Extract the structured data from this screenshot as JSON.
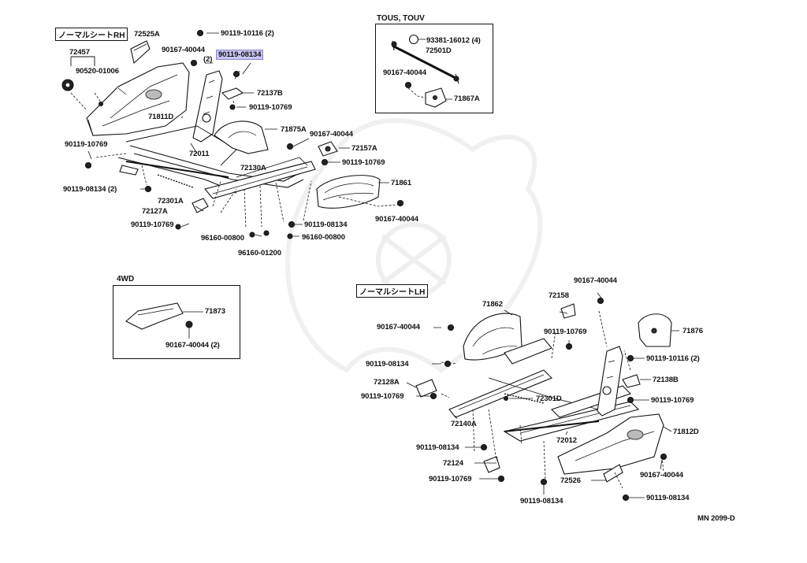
{
  "diagram": {
    "sections": {
      "rh_header": "ノーマルシートRH",
      "lh_header": "ノーマルシートLH",
      "tous_header": "TOUS, TOUV",
      "fourwd_header": "4WD"
    },
    "code": "MN  2099-D",
    "labels": {
      "l_72525A": "72525A",
      "l_90119_10116_top": "90119-10116 (2)",
      "l_72457": "72457",
      "l_90167_40044_2_top": "90167-40044",
      "l_paren2": "(2)",
      "l_90119_08134_hl": "90119-08134",
      "l_90520_01006": "90520-01006",
      "l_72137B": "72137B",
      "l_90119_10769_a": "90119-10769",
      "l_71811D": "71811D",
      "l_71875A": "71875A",
      "l_90167_40044_b": "90167-40044",
      "l_90119_10769_b": "90119-10769",
      "l_72157A": "72157A",
      "l_72011": "72011",
      "l_90119_10769_c": "90119-10769",
      "l_72130A": "72130A",
      "l_71861": "71861",
      "l_90119_08134_2": "90119-08134 (2)",
      "l_72301A": "72301A",
      "l_72127A": "72127A",
      "l_90167_40044_c": "90167-40044",
      "l_90119_10769_d": "90119-10769",
      "l_90119_08134_b": "90119-08134",
      "l_96160_00800_a": "96160-00800",
      "l_96160_00800_b": "96160-00800",
      "l_96160_01200": "96160-01200",
      "l_93381_16012": "93381-16012 (4)",
      "l_72501D": "72501D",
      "l_90167_40044_t": "90167-40044",
      "l_71867A": "71867A",
      "l_71873": "71873",
      "l_90167_40044_4wd": "90167-40044 (2)",
      "l_90167_40044_lh1": "90167-40044",
      "l_71862": "71862",
      "l_72158": "72158",
      "l_90167_40044_lh2": "90167-40044",
      "l_71876": "71876",
      "l_90119_10769_lh1": "90119-10769",
      "l_90119_10116_lh": "90119-10116 (2)",
      "l_90119_08134_lh1": "90119-08134",
      "l_72138B": "72138B",
      "l_72128A": "72128A",
      "l_72301D": "72301D",
      "l_90119_10769_lh2": "90119-10769",
      "l_90119_10769_lh3": "90119-10769",
      "l_72140A": "72140A",
      "l_71812D": "71812D",
      "l_72012": "72012",
      "l_90119_08134_lh2": "90119-08134",
      "l_72124": "72124",
      "l_90167_40044_lh3": "90167-40044",
      "l_90119_10769_lh4": "90119-10769",
      "l_72526": "72526",
      "l_90119_08134_lh3": "90119-08134",
      "l_90119_08134_lh4": "90119-08134"
    }
  }
}
